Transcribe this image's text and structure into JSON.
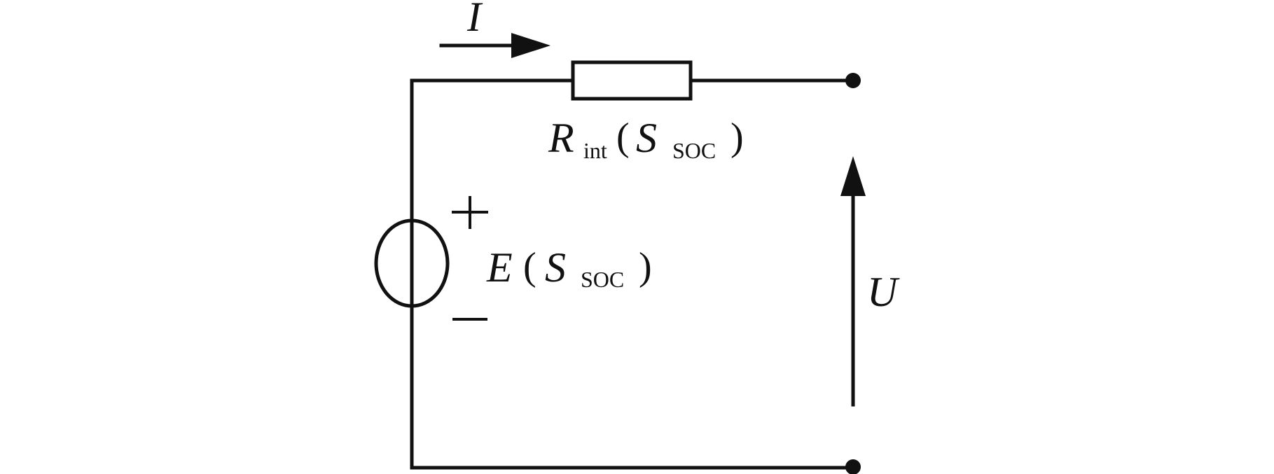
{
  "labels": {
    "current": "I",
    "resistor_symbol": "R",
    "resistor_subscript": "int",
    "resistor_paren_open": "(",
    "resistor_arg": "S",
    "resistor_arg_subscript": "SOC",
    "resistor_paren_close": ")",
    "source_symbol": "E",
    "source_paren_open": "(",
    "source_arg": "S",
    "source_arg_subscript": "SOC",
    "source_paren_close": ")",
    "plus": "+",
    "minus": "—",
    "voltage": "U"
  },
  "colors": {
    "ink": "#111111",
    "background": "#ffffff"
  }
}
